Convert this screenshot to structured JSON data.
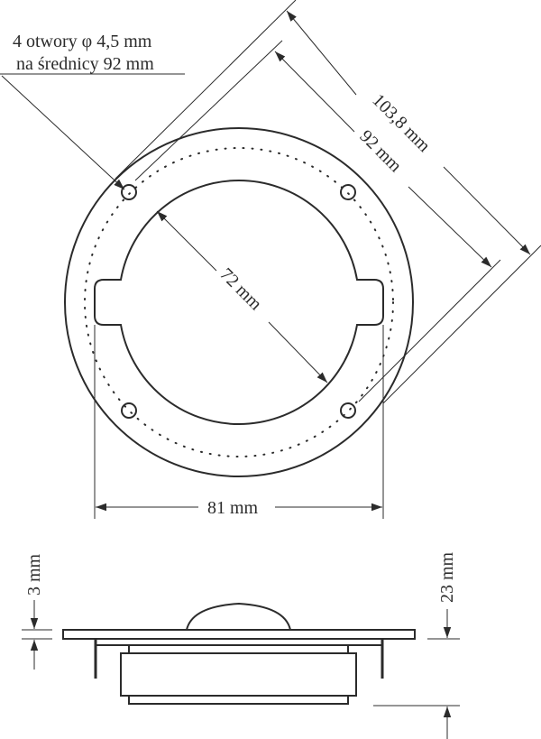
{
  "drawing": {
    "type": "technical-drawing",
    "subject": "tweeter mounting plate",
    "annotations": {
      "holes_note_line1": "4 otwory φ 4,5 mm",
      "holes_note_line2": "na średnicy 92 mm",
      "outer_diameter": "103,8 mm",
      "hole_circle_diameter": "92 mm",
      "inner_diameter": "72 mm",
      "tab_width": "81 mm",
      "flange_thickness": "3 mm",
      "depth": "23 mm"
    },
    "colors": {
      "line": "#2b2b2b",
      "background": "#ffffff"
    }
  }
}
